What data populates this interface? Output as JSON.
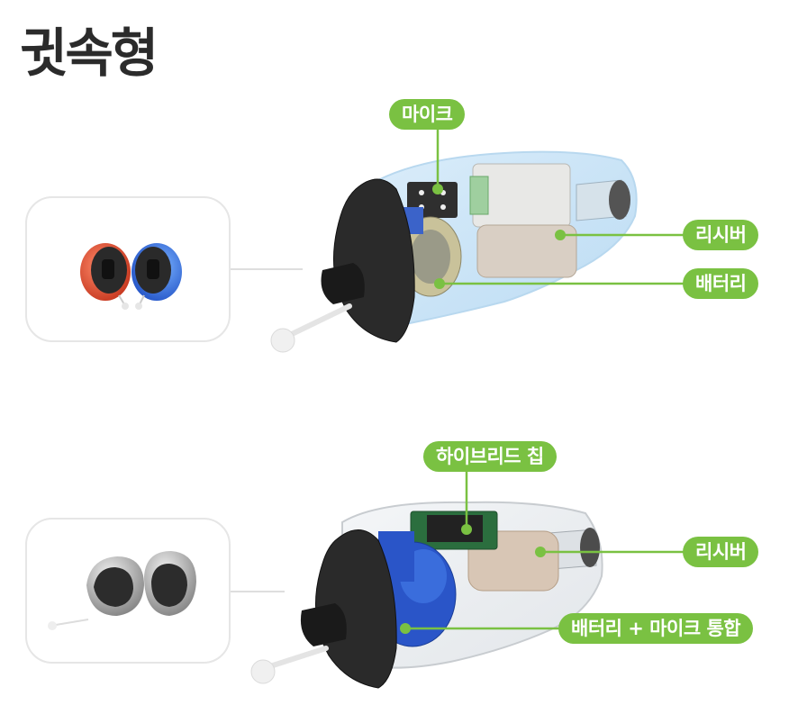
{
  "title": "귓속형",
  "top_labels": {
    "mic": "마이크",
    "receiver": "리시버",
    "battery": "배터리"
  },
  "bottom_labels": {
    "chip": "하이브리드 칩",
    "receiver": "리시버",
    "battery_mic": "배터리 + 마이크 통합"
  },
  "colors": {
    "label_bg": "#7ac142",
    "label_text": "#ffffff",
    "title_text": "#2b2b2b"
  }
}
